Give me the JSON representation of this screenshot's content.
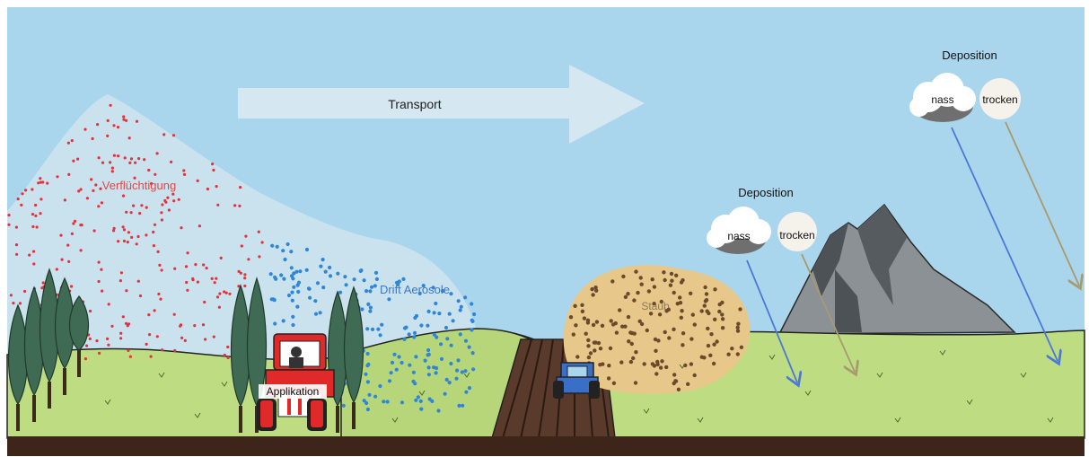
{
  "labels": {
    "transport": "Transport",
    "volatilization": "Verflüchtigung",
    "drift": "Drift Aerosole",
    "application": "Applikation",
    "dust": "Staub",
    "deposition_near": "Deposition",
    "deposition_far": "Deposition",
    "wet_near": "nass",
    "dry_near": "trocken",
    "wet_far": "nass",
    "dry_far": "trocken"
  },
  "colors": {
    "sky": "#a9d6ec",
    "plume": "#c9e2ee",
    "grass": "#bedc82",
    "soil": "#3d2519",
    "red_particles": "#e8303a",
    "blue_particles": "#2f86d6",
    "brown_particles": "#6b4a2b",
    "dust_cloud": "#e8c88a",
    "tractor_red": "#e02a2a",
    "tractor_blue": "#3a6fc8",
    "mountain": "#8a8f95",
    "trees": "#3f6b55",
    "label_red": "#e04848",
    "label_blue": "#3a78c8",
    "arrow_blue": "#4a78d8",
    "arrow_brown": "#a89a70"
  }
}
